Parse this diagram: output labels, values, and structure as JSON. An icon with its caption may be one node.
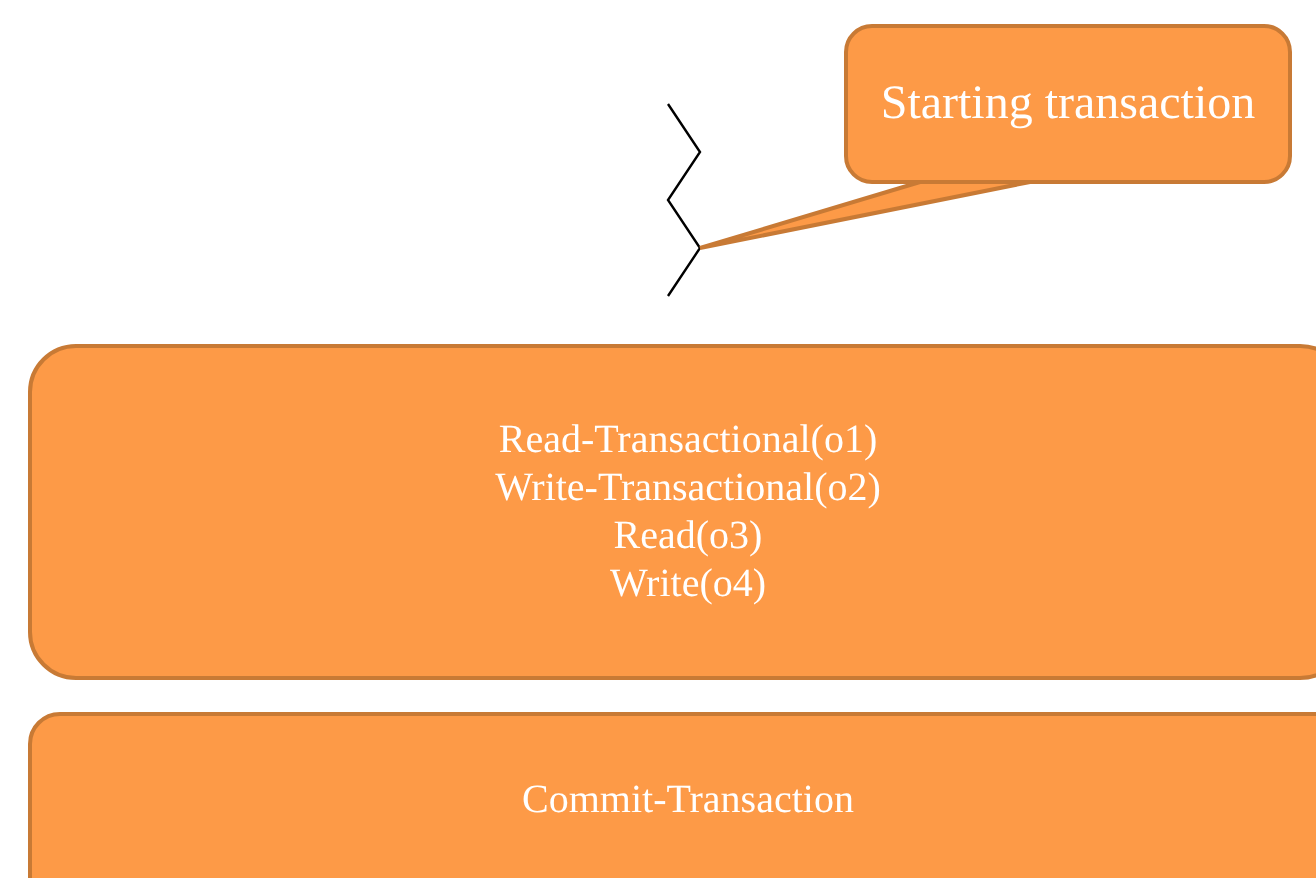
{
  "diagram": {
    "nodes": [
      {
        "text": [
          "Starting transaction"
        ]
      },
      {
        "text": [],
        "shape": "zigzag"
      },
      {
        "text": [
          "Read-Transactional(o1)",
          "Write-Transactional(o2)",
          "Read(o3)",
          "Write(o4)"
        ]
      },
      {
        "text": [
          "Commit-Transaction"
        ]
      }
    ],
    "edges": [
      {
        "from": 0,
        "to": 1,
        "arrow": "none"
      }
    ]
  }
}
